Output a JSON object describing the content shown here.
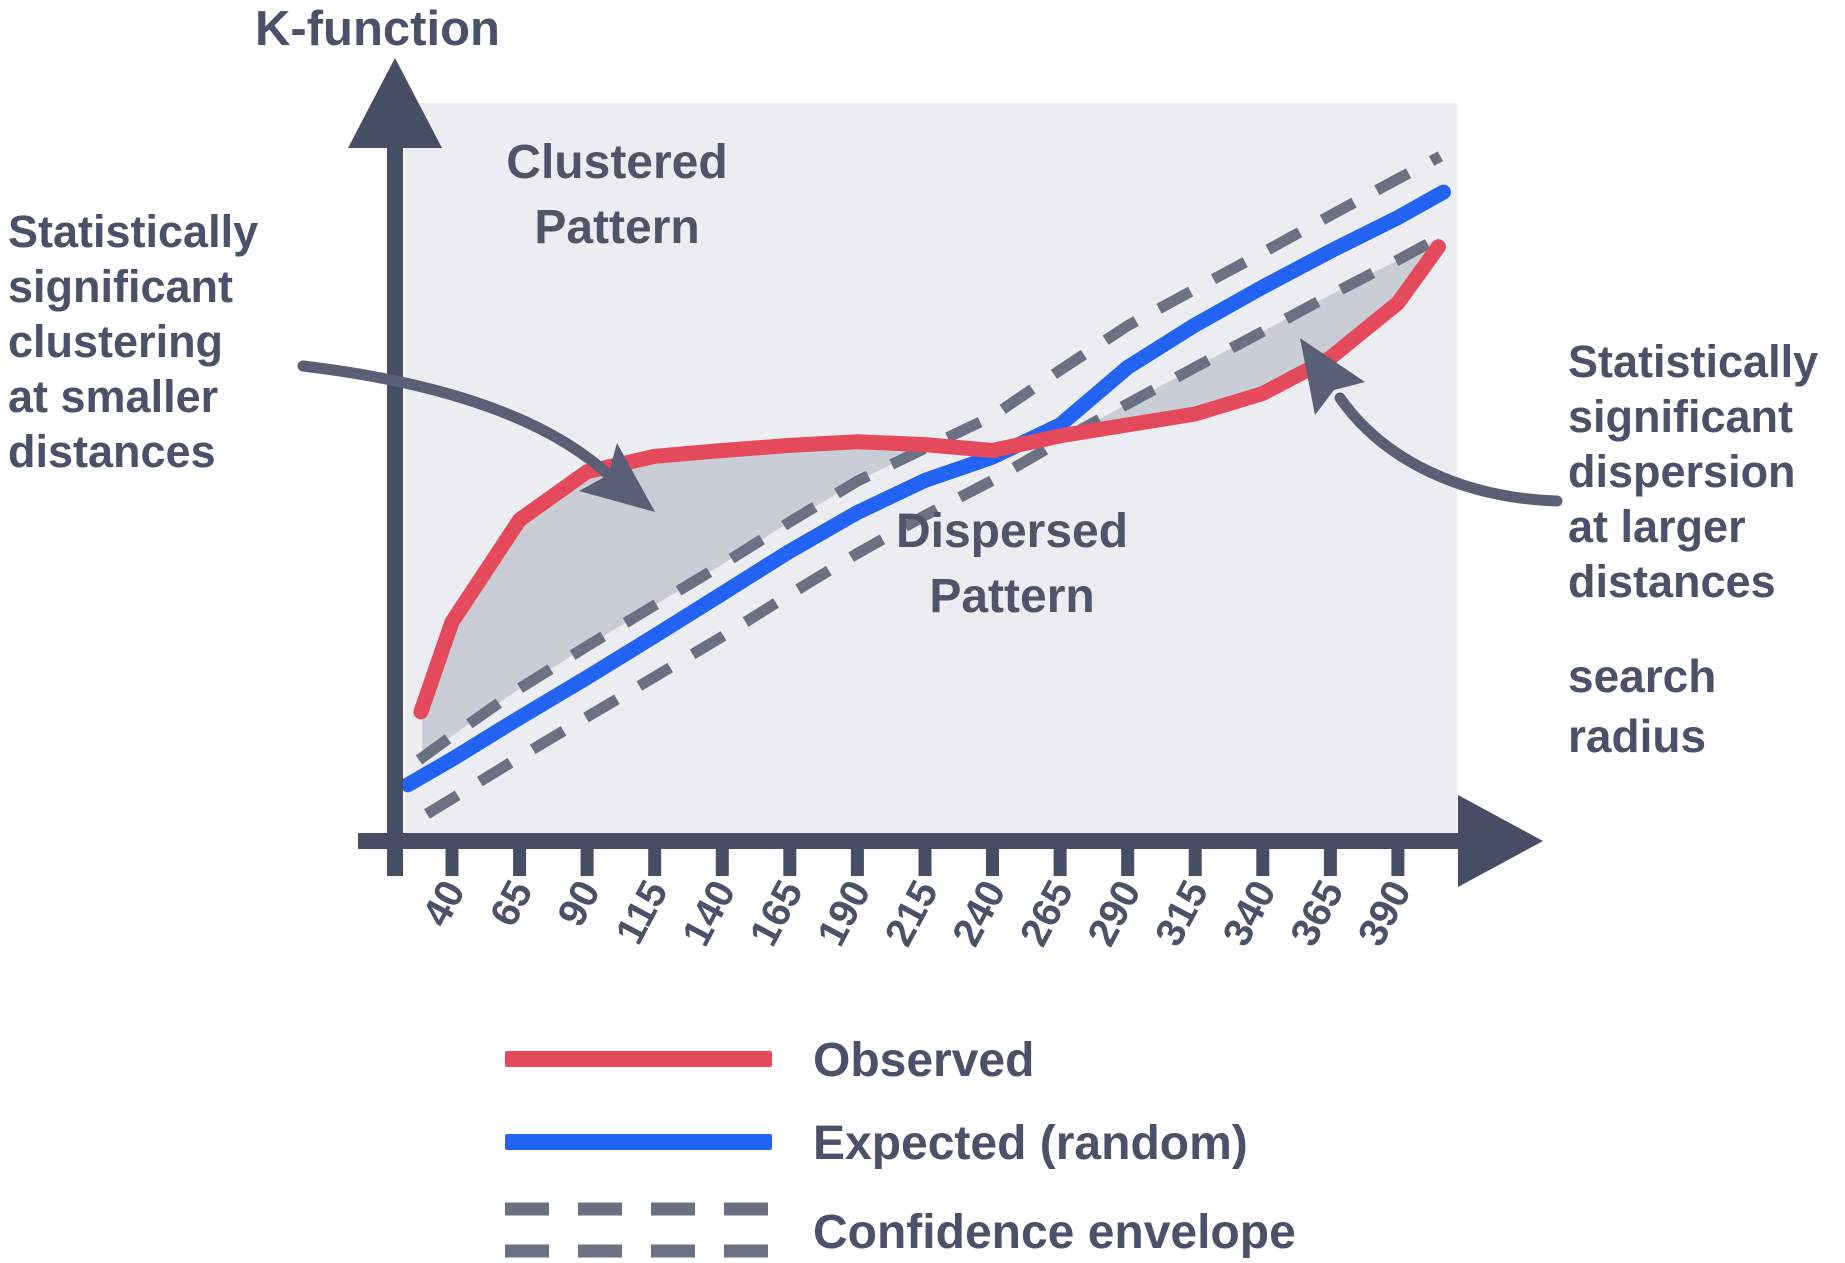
{
  "title": "K-function",
  "x_axis_label": {
    "line1": "search",
    "line2": "radius"
  },
  "x_tick_labels": [
    "40",
    "65",
    "90",
    "115",
    "140",
    "165",
    "190",
    "215",
    "240",
    "265",
    "290",
    "315",
    "340",
    "365",
    "390"
  ],
  "region_labels": {
    "clustered": {
      "line1": "Clustered",
      "line2": "Pattern"
    },
    "dispersed": {
      "line1": "Dispersed",
      "line2": "Pattern"
    }
  },
  "callouts": {
    "left": {
      "lines": [
        "Statistically",
        "significant",
        "clustering",
        "at smaller",
        "distances"
      ]
    },
    "right": {
      "lines": [
        "Statistically",
        "significant",
        "dispersion",
        "at larger",
        "distances"
      ]
    }
  },
  "legend": {
    "items": [
      {
        "label": "Observed",
        "style": "solid",
        "color": "#e54a5c"
      },
      {
        "label": "Expected (random)",
        "style": "solid",
        "color": "#2264f1"
      },
      {
        "label": "Confidence envelope",
        "style": "dashed",
        "color": "#6b7183"
      }
    ]
  },
  "colors": {
    "page_bg": "#ffffff",
    "text": "#4a5168",
    "axis": "#474d62",
    "observed": "#e54a5c",
    "expected": "#2264f1",
    "envelope": "#6b7183",
    "plot_bg": "#ecedf2",
    "shade": "#c9cdd6",
    "arrow": "#5a5f75"
  },
  "chart_data": {
    "type": "line",
    "title": "K-function",
    "xlabel": "search radius",
    "ylabel": "K-function",
    "x_ticks": [
      40,
      65,
      90,
      115,
      140,
      165,
      190,
      215,
      240,
      265,
      290,
      315,
      340,
      365,
      390
    ],
    "y_units": "relative K (0-100, unlabeled axis)",
    "legend_position": "bottom-left",
    "grid": false,
    "series": [
      {
        "name": "Observed",
        "color": "#e54a5c",
        "dashed": false,
        "points": [
          [
            28.5,
            16.6
          ],
          [
            40,
            28.9
          ],
          [
            65,
            42.9
          ],
          [
            90,
            49.5
          ],
          [
            115,
            51.6
          ],
          [
            140,
            52.4
          ],
          [
            165,
            53.1
          ],
          [
            190,
            53.6
          ],
          [
            215,
            53.2
          ],
          [
            240,
            52.4
          ],
          [
            265,
            54.4
          ],
          [
            290,
            55.9
          ],
          [
            315,
            57.4
          ],
          [
            340,
            60.2
          ],
          [
            365,
            65.1
          ],
          [
            390,
            72.6
          ],
          [
            405,
            80.3
          ]
        ]
      },
      {
        "name": "Expected (random)",
        "color": "#2264f1",
        "dashed": false,
        "points": [
          [
            23.7,
            6.6
          ],
          [
            40,
            10.1
          ],
          [
            65,
            15.8
          ],
          [
            90,
            21.3
          ],
          [
            115,
            27.0
          ],
          [
            140,
            32.8
          ],
          [
            165,
            38.6
          ],
          [
            190,
            43.9
          ],
          [
            215,
            48.3
          ],
          [
            240,
            51.5
          ],
          [
            265,
            55.9
          ],
          [
            290,
            63.8
          ],
          [
            315,
            69.6
          ],
          [
            340,
            74.8
          ],
          [
            365,
            79.7
          ],
          [
            390,
            84.3
          ],
          [
            406.8,
            87.8
          ]
        ]
      },
      {
        "name": "Confidence envelope (upper)",
        "color": "#6b7183",
        "dashed": true,
        "points": [
          [
            27.8,
            10.0
          ],
          [
            40,
            13.3
          ],
          [
            65,
            19.8
          ],
          [
            90,
            25.6
          ],
          [
            115,
            31.2
          ],
          [
            140,
            36.8
          ],
          [
            165,
            42.6
          ],
          [
            190,
            48.2
          ],
          [
            215,
            52.7
          ],
          [
            240,
            57.1
          ],
          [
            265,
            63.4
          ],
          [
            290,
            69.5
          ],
          [
            315,
            74.5
          ],
          [
            340,
            79.5
          ],
          [
            365,
            84.6
          ],
          [
            390,
            89.6
          ],
          [
            405.7,
            92.7
          ]
        ]
      },
      {
        "name": "Confidence envelope (lower)",
        "color": "#6b7183",
        "dashed": true,
        "points": [
          [
            30.7,
            2.6
          ],
          [
            40,
            4.7
          ],
          [
            65,
            10.4
          ],
          [
            90,
            15.9
          ],
          [
            115,
            21.4
          ],
          [
            140,
            26.9
          ],
          [
            165,
            32.7
          ],
          [
            190,
            38.3
          ],
          [
            215,
            43.5
          ],
          [
            240,
            48.3
          ],
          [
            265,
            53.7
          ],
          [
            290,
            58.8
          ],
          [
            315,
            63.8
          ],
          [
            340,
            68.7
          ],
          [
            365,
            73.7
          ],
          [
            390,
            78.5
          ],
          [
            406.4,
            81.8
          ]
        ]
      }
    ],
    "shaded_regions": [
      {
        "name": "statistically significant clustering",
        "top_series": 0,
        "bottom_series": 2,
        "x_range": [
          29,
          220.6
        ]
      },
      {
        "name": "statistically significant dispersion",
        "top_series": 3,
        "bottom_series": 0,
        "x_range": [
          270.5,
          405.2
        ]
      }
    ],
    "annotations": [
      {
        "text": "Clustered Pattern",
        "position": "upper-left region of plot"
      },
      {
        "text": "Dispersed Pattern",
        "position": "lower-right region of plot"
      },
      {
        "text": "Statistically significant clustering at smaller distances",
        "points_to": "gap where Observed rises above upper confidence envelope at small radii"
      },
      {
        "text": "Statistically significant dispersion at larger distances",
        "points_to": "gap where Observed falls below lower confidence envelope at large radii"
      }
    ]
  }
}
